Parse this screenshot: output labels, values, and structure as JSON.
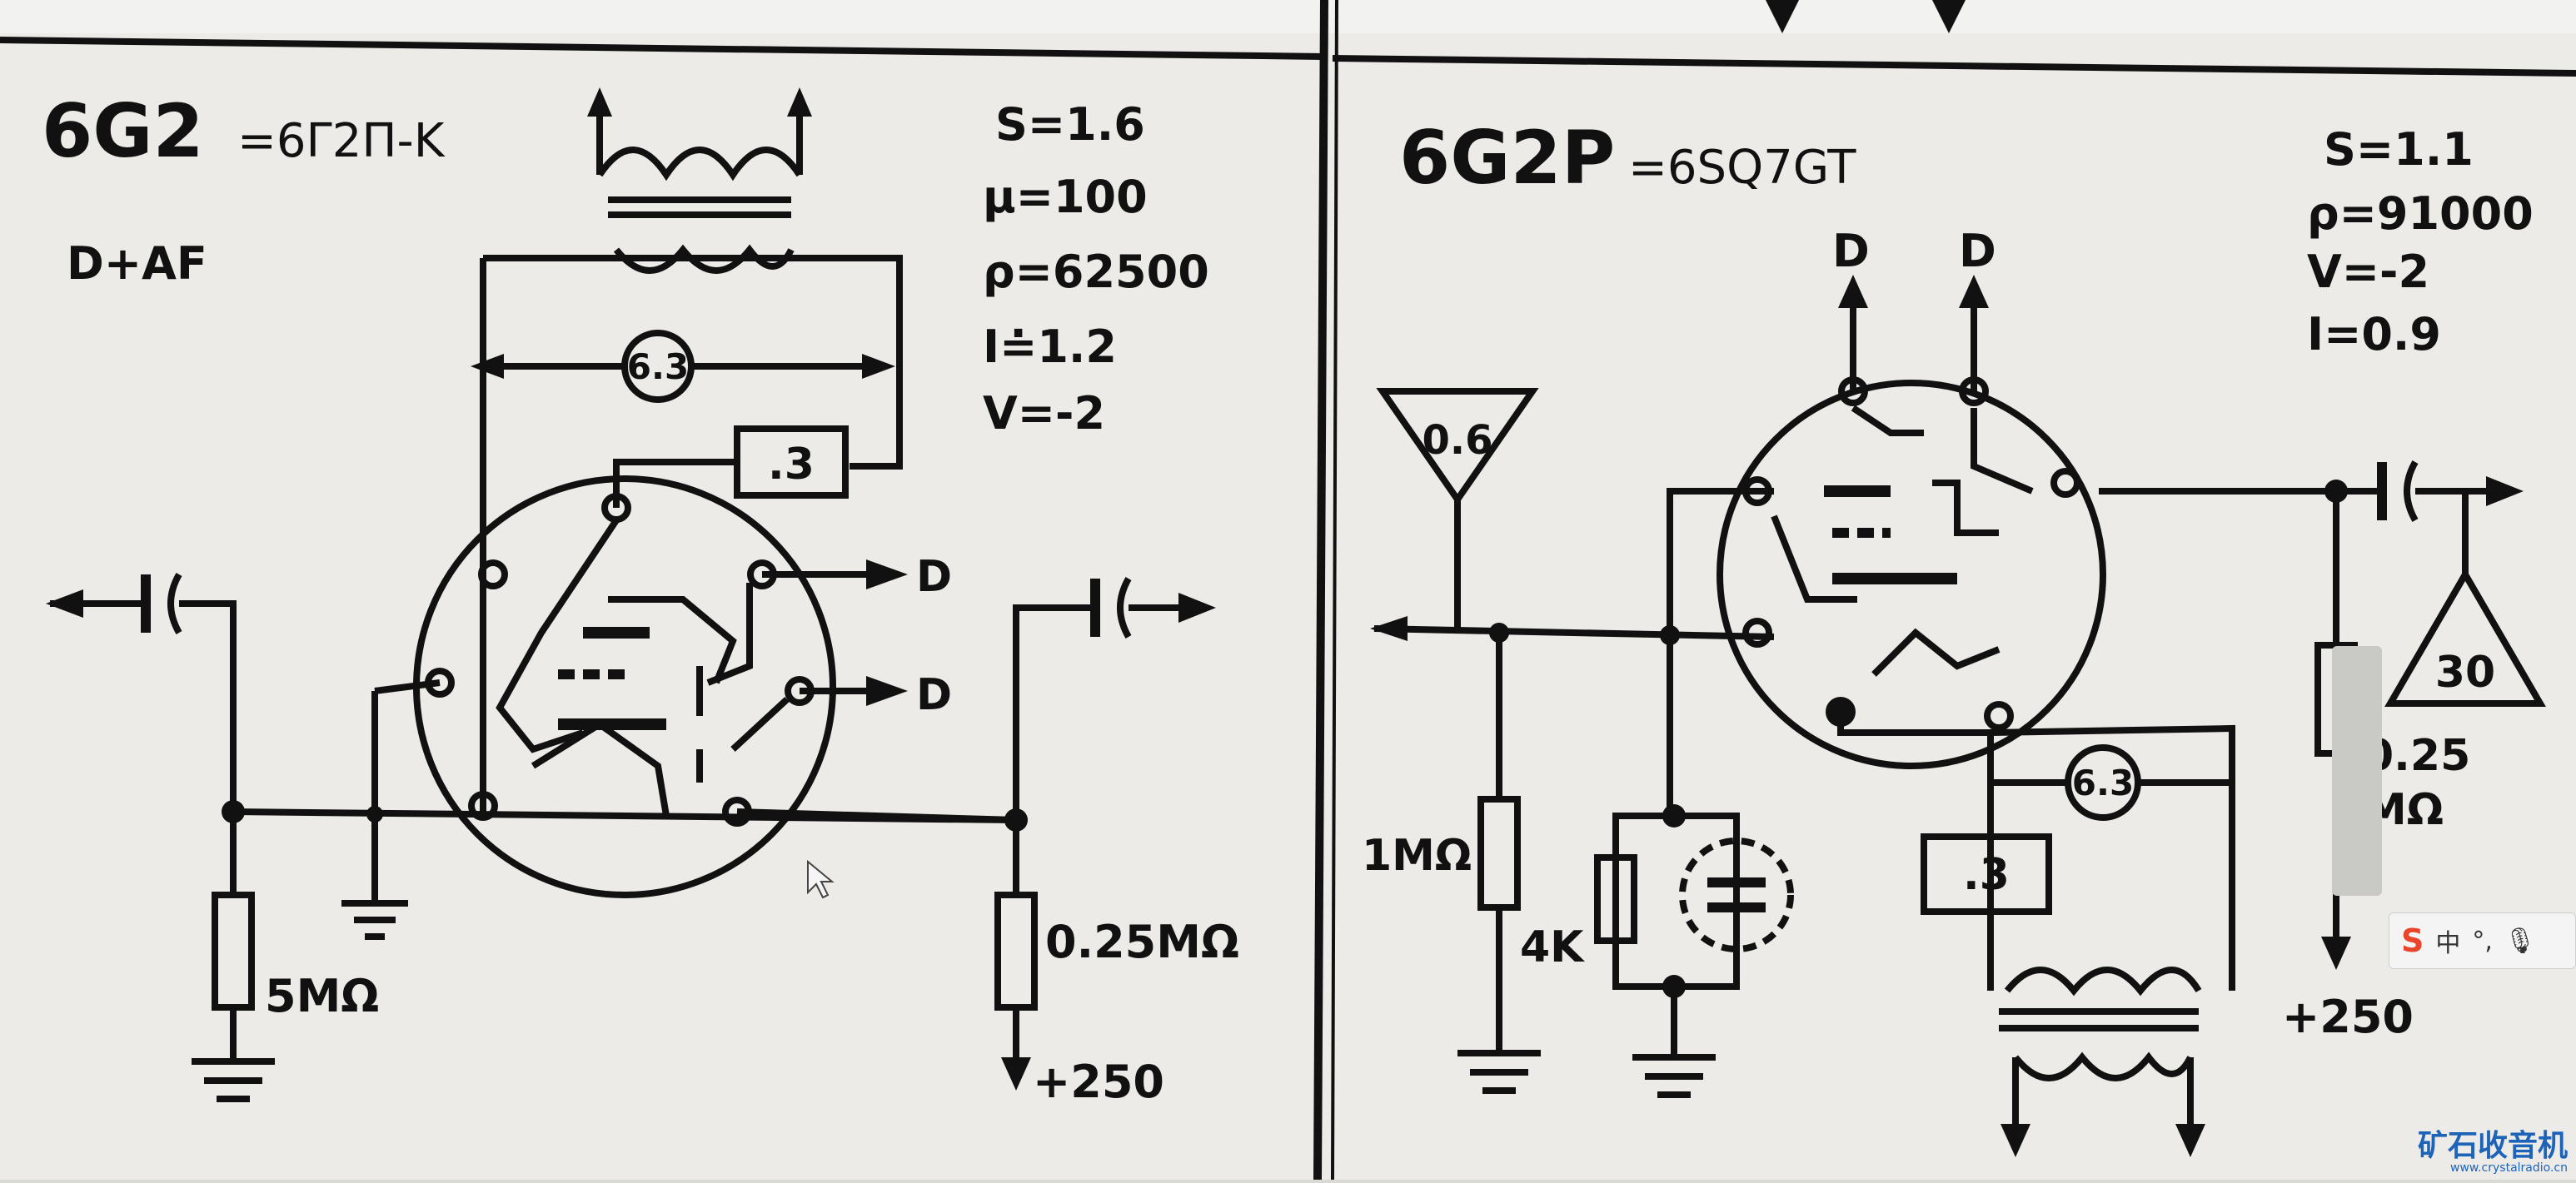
{
  "left_panel": {
    "title": "6G2",
    "equivalent": "=6Γ2Π-K",
    "function": "D+AF",
    "specs": [
      "S=1.6",
      "μ=100",
      "ρ=62500",
      "I≐1.2",
      "V=-2"
    ],
    "heater": "6.3",
    "heater_current": ".3",
    "output_d1": "D",
    "output_d2": "D",
    "grid_resistor": "5MΩ",
    "plate_resistor": "0.25MΩ",
    "supply": "+250"
  },
  "right_panel": {
    "title": "6G2P",
    "equivalent": "=6SQ7GT",
    "specs": [
      "S=1.1",
      "ρ=91000",
      "V=-2",
      "I=0.9"
    ],
    "input_level": "0.6",
    "output_level": "30",
    "output_d1": "D",
    "output_d2": "D",
    "grid_resistor": "1MΩ",
    "cathode_resistor": "4K",
    "heater": "6.3",
    "heater_current": ".3",
    "plate_resistor_value": "0.25",
    "plate_resistor_unit": "MΩ",
    "supply": "+250"
  },
  "overlay": {
    "ime_logo": "S",
    "ime_lang": "中",
    "ime_punct": "°,",
    "watermark_cn": "矿石收音机",
    "watermark_url": "www.crystalradio.cn"
  }
}
